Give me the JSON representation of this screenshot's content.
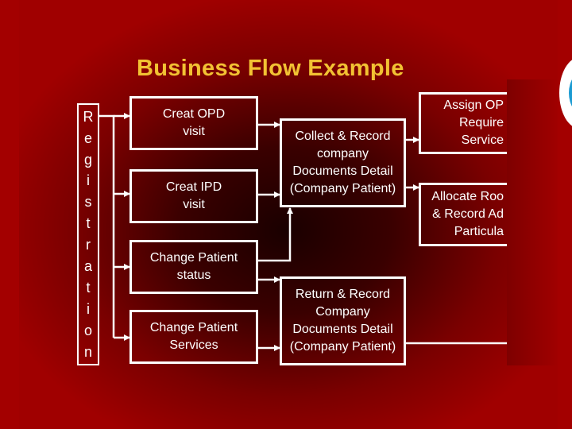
{
  "title": "Business Flow Example",
  "registration_letters": [
    "R",
    "e",
    "g",
    "i",
    "s",
    "t",
    "r",
    "a",
    "t",
    "i",
    "o",
    "n"
  ],
  "nodes": {
    "creat_opd": [
      "Creat OPD",
      "visit"
    ],
    "creat_ipd": [
      "Creat IPD",
      "visit"
    ],
    "change_status": [
      "Change Patient",
      "status"
    ],
    "change_services": [
      "Change Patient",
      "Services"
    ],
    "collect_record": [
      "Collect & Record",
      "company",
      "Documents Detail",
      "(Company Patient)"
    ],
    "return_record": [
      "Return & Record",
      "Company",
      "Documents Detail",
      "(Company Patient)"
    ],
    "assign_opd": [
      "Assign OP",
      "Require",
      "Service"
    ],
    "allocate_room": [
      "Allocate Roo",
      "& Record Ad",
      "Particula"
    ]
  },
  "colors": {
    "title": "#f2c233",
    "line": "#ffffff",
    "background": "#8a0000"
  }
}
